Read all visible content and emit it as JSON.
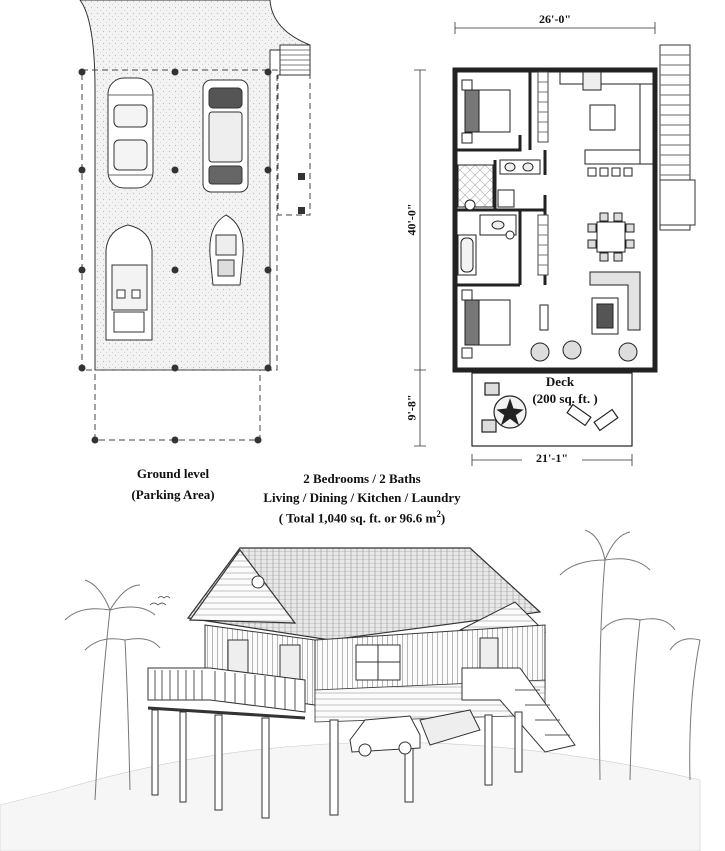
{
  "ground": {
    "title": "Ground level",
    "subtitle": "(Parking Area)"
  },
  "plan": {
    "dims": {
      "top_width": "26'-0\"",
      "depth": "40'-0\"",
      "deck_depth": "9'-8\"",
      "deck_width": "21'-1\""
    },
    "deck_label": "Deck",
    "deck_area": "(200 sq. ft. )"
  },
  "summary": {
    "line1": "2 Bedrooms / 2 Baths",
    "line2": "Living / Dining / Kitchen / Laundry",
    "line3_prefix": "( Total 1,040 sq. ft.  or 96.6 m",
    "line3_sup": "2",
    "line3_suffix": ")"
  },
  "colors": {
    "line": "#222222",
    "fill_light": "#f2f2f2",
    "fill_mid": "#cfcfcf",
    "fill_dark": "#555555"
  }
}
